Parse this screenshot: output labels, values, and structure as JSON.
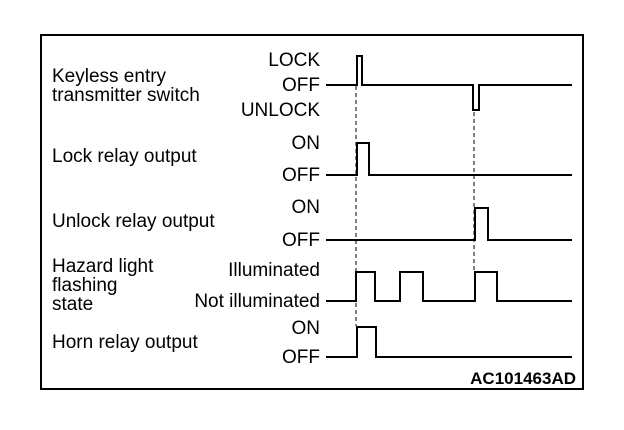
{
  "signals": [
    {
      "name": [
        "Keyless entry",
        "transmitter switch"
      ],
      "states": [
        "LOCK",
        "OFF",
        "UNLOCK"
      ]
    },
    {
      "name": [
        "Lock relay output"
      ],
      "states": [
        "ON",
        "OFF"
      ]
    },
    {
      "name": [
        "Unlock relay output"
      ],
      "states": [
        "ON",
        "OFF"
      ]
    },
    {
      "name": [
        "Hazard light",
        "flashing",
        "state"
      ],
      "states": [
        "Illuminated",
        "Not illuminated"
      ]
    },
    {
      "name": [
        "Horn relay output"
      ],
      "states": [
        "ON",
        "OFF"
      ]
    }
  ],
  "figure_code": "AC101463AD"
}
